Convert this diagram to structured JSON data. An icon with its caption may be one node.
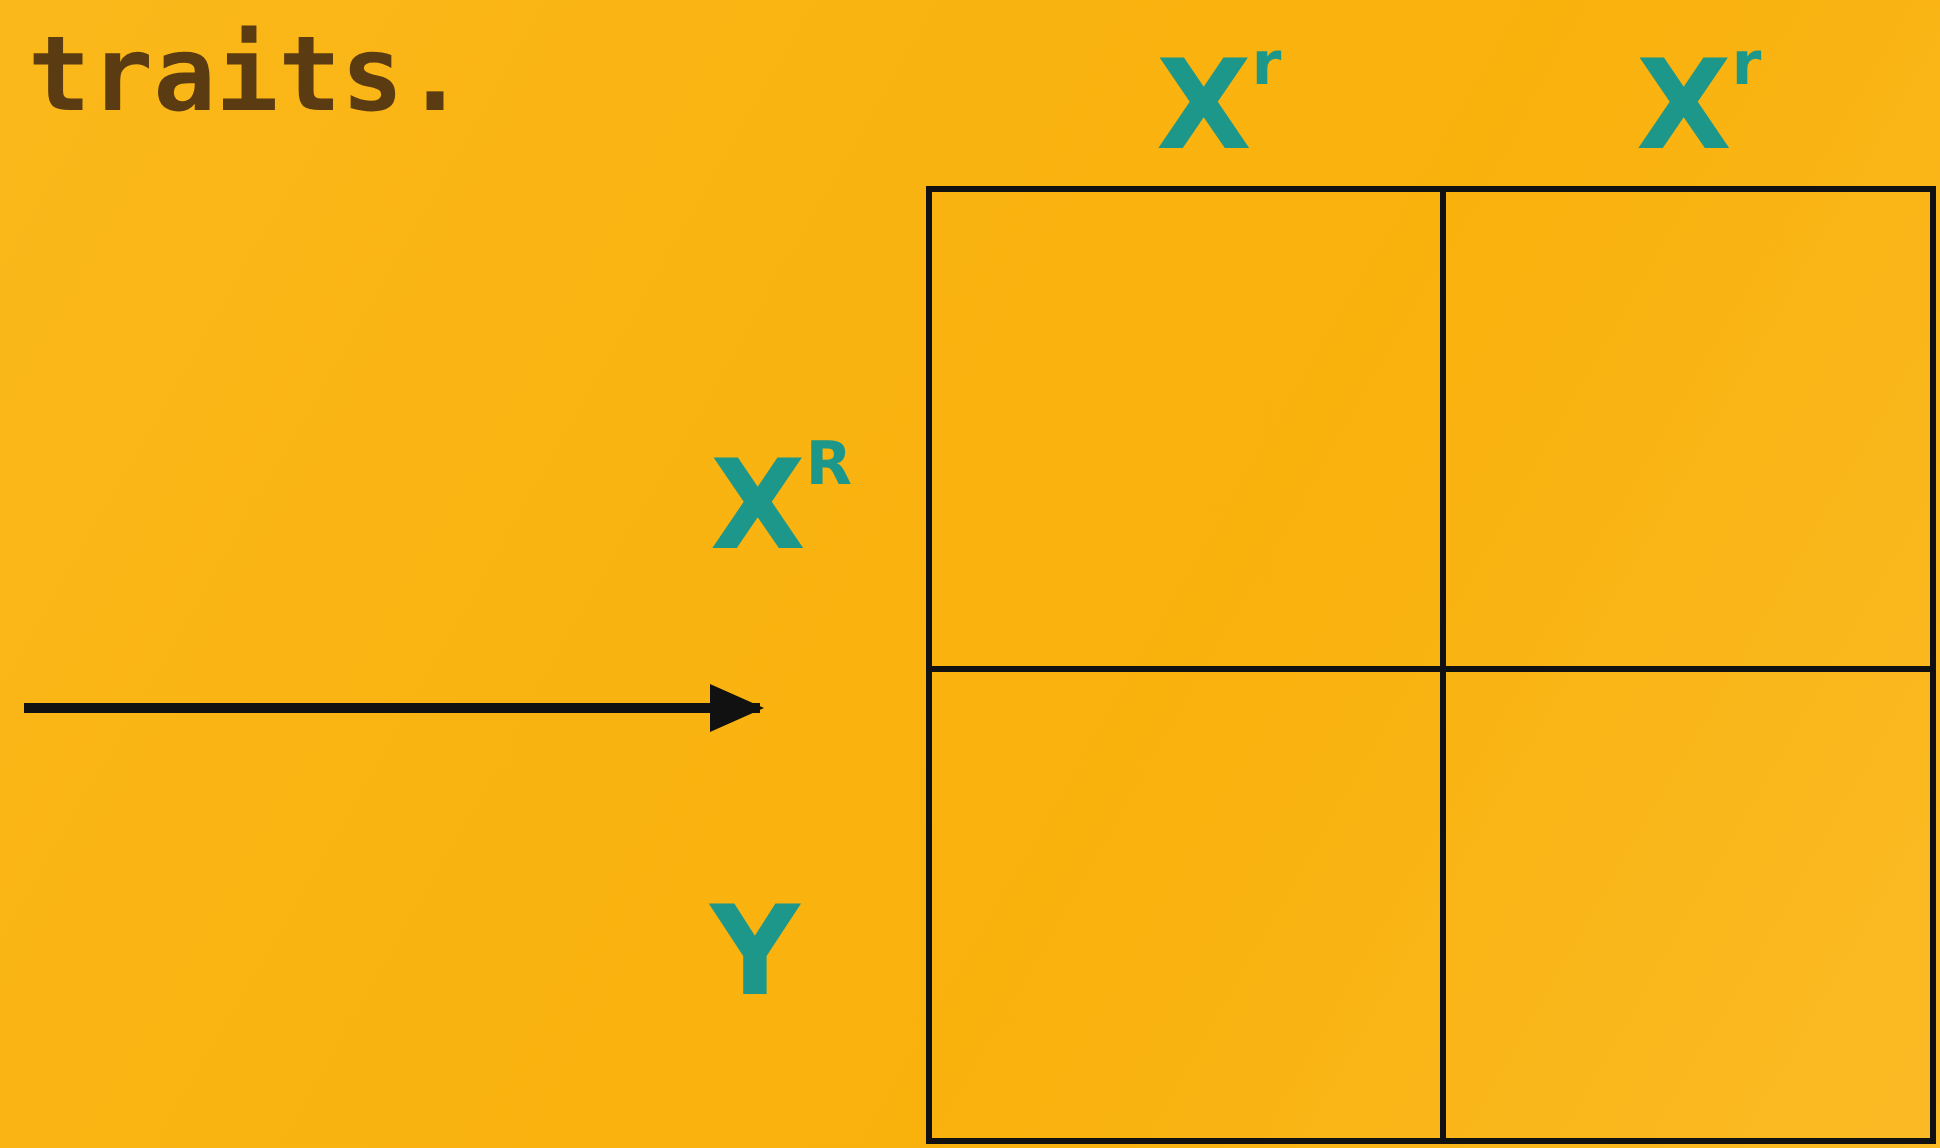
{
  "diagram": {
    "nodes": [
      {
        "text": [],
        "shape": "box"
      },
      {
        "text": [],
        "shape": "box"
      },
      {
        "text": [],
        "shape": "box"
      },
      {
        "text": [],
        "shape": "box"
      }
    ],
    "labels": [
      "traits.",
      "X$^{r}$",
      "X$^{r}$",
      "X$^{R}$",
      "Y"
    ]
  }
}
